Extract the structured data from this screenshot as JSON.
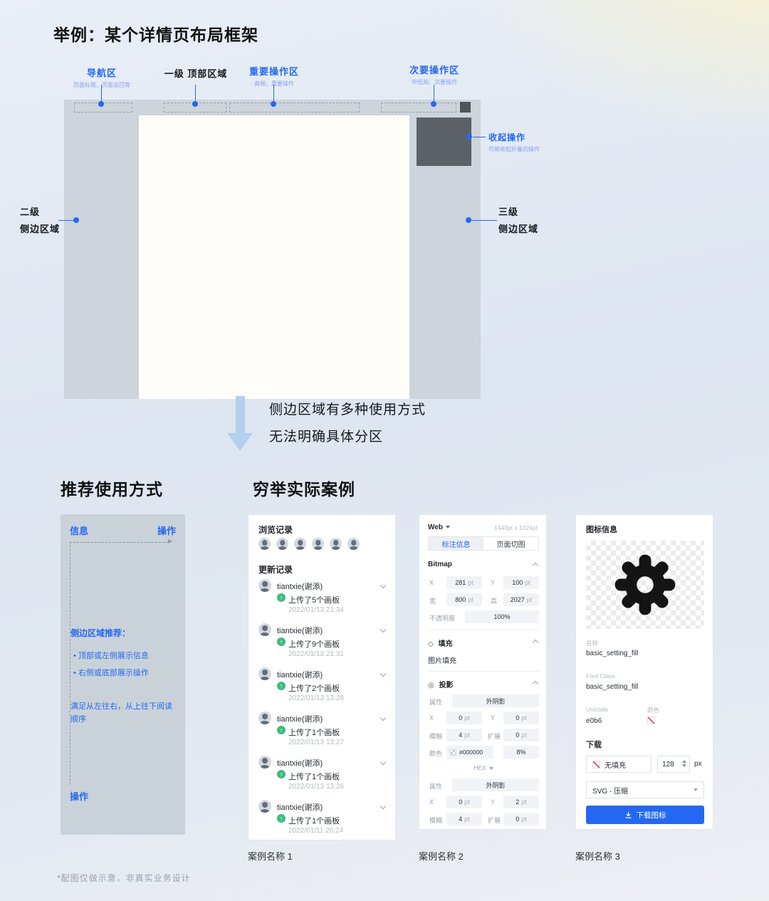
{
  "page": {
    "title": "举例：某个详情页布局框架",
    "footnote": "*配图仅做示意，非真实业务设计"
  },
  "colors": {
    "accent_blue": "#2468F2",
    "panel_gray": "#CDD4DB",
    "collapse_dark": "#5B6167",
    "success_green": "#3DBD7D",
    "button_blue": "#2468F2"
  },
  "icons": {
    "upload_glyph": "↑",
    "fill_glyph": "◇",
    "shadow_glyph": "◎"
  },
  "wireframe": {
    "ann_nav_label": "导航区",
    "ann_nav_sub": "页面标题、页面返回等",
    "ann_top_label": "一级 顶部区域",
    "ann_primary_label": "重要操作区",
    "ann_primary_sub": "高频、重要操作",
    "ann_secondary_label": "次要操作区",
    "ann_secondary_sub": "中低频、次要操作",
    "ann_collapse_label": "收起操作",
    "ann_collapse_sub": "可被收起折叠的操作",
    "ann_left_line1": "二级",
    "ann_left_line2": "侧边区域",
    "ann_right_line1": "三级",
    "ann_right_line2": "侧边区域",
    "note_line1": "侧边区域有多种使用方式",
    "note_line2": "无法明确具体分区"
  },
  "sections": {
    "recommended_title": "推荐使用方式",
    "examples_title": "穷举实际案例"
  },
  "panel": {
    "info": "信息",
    "action_top": "操作",
    "tip_title": "侧边区域推荐：",
    "tip_bullet1": "• 顶部或左侧展示信息",
    "tip_bullet2": "• 右侧或底部展示操作",
    "tip_note": "满足从左往右，从上往下阅读顺序",
    "action_bottom": "操作"
  },
  "case1": {
    "caption": "案例名称 1",
    "browse_title": "浏览记录",
    "update_title": "更新记录",
    "items": [
      {
        "name": "tiantxie(谢添)",
        "action": "上传了5个画板",
        "time": "2022/01/13 21:34"
      },
      {
        "name": "tiantxie(谢添)",
        "action": "上传了9个画板",
        "time": "2022/01/13 21:31"
      },
      {
        "name": "tiantxie(谢添)",
        "action": "上传了2个画板",
        "time": "2022/01/13 13:28"
      },
      {
        "name": "tiantxie(谢添)",
        "action": "上传了1个画板",
        "time": "2022/01/13 13:27"
      },
      {
        "name": "tiantxie(谢添)",
        "action": "上传了1个画板",
        "time": "2022/01/13 13:26"
      },
      {
        "name": "tiantxie(谢添)",
        "action": "上传了1个画板",
        "time": "2022/01/11 20:24"
      }
    ]
  },
  "case2": {
    "caption": "案例名称 2",
    "device": "Web",
    "canvas_size": "1440pt x 1024pt",
    "tab_active": "标注信息",
    "tab_inactive": "页面切图",
    "bitmap_title": "Bitmap",
    "label_x": "X",
    "label_y": "Y",
    "label_w": "宽",
    "label_h": "高",
    "label_opacity": "不透明度",
    "val_x": "281",
    "val_y": "100",
    "val_w": "800",
    "val_h": "2027",
    "val_opacity": "100%",
    "unit": "pt",
    "fill_title": "填充",
    "fill_value": "图片填充",
    "shadow_title": "投影",
    "label_attr": "属性",
    "label_blur": "模糊",
    "label_spread": "扩展",
    "label_color": "颜色",
    "attr_value": "外阴影",
    "s1_x": "0",
    "s1_y": "0",
    "s1_blur": "4",
    "s1_spread": "0",
    "color_value": "#000000",
    "alpha_value": "8%",
    "hex_label": "HEX",
    "attr2_value": "外阴影",
    "s2_x": "0",
    "s2_y": "2",
    "s2_blur": "4",
    "s2_spread": "0"
  },
  "case3": {
    "caption": "案例名称 3",
    "title": "图标信息",
    "name_label": "名称",
    "name_value": "basic_setting_fill",
    "fontclass_label": "Font Class",
    "fontclass_value": "basic_setting_fill",
    "unicode_label": "Unicode",
    "unicode_value": "e0b6",
    "color_label": "颜色",
    "download_label": "下载",
    "nofill_label": "无填充",
    "size_value": "128",
    "size_unit": "px",
    "format_value": "SVG - 压缩",
    "button_label": "下载图标"
  }
}
